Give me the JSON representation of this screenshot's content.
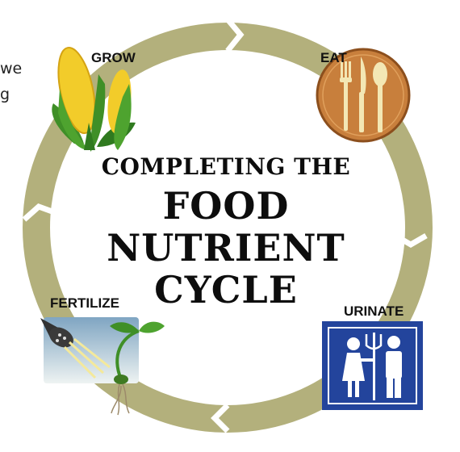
{
  "title": {
    "line1": "COMPLETING THE",
    "line2": "FOOD",
    "line3": "NUTRIENT",
    "line4": "CYCLE"
  },
  "stages": {
    "grow": "GROW",
    "eat": "EAT",
    "urinate": "URINATE",
    "fertilize": "FERTILIZE"
  },
  "clipped_text": {
    "line1": "we",
    "line2": "g"
  },
  "colors": {
    "ring": "#b3b07c",
    "plate": "#c87f3c",
    "utensils": "#f3e7b4",
    "sign": "#23449c",
    "corn": "#f2cc2a",
    "leaf": "#3f8f27"
  },
  "icons": {
    "grow": "corn-icon",
    "eat": "plate-utensils-icon",
    "urinate": "restroom-sign-icon",
    "fertilize": "watering-seedling-icon"
  }
}
